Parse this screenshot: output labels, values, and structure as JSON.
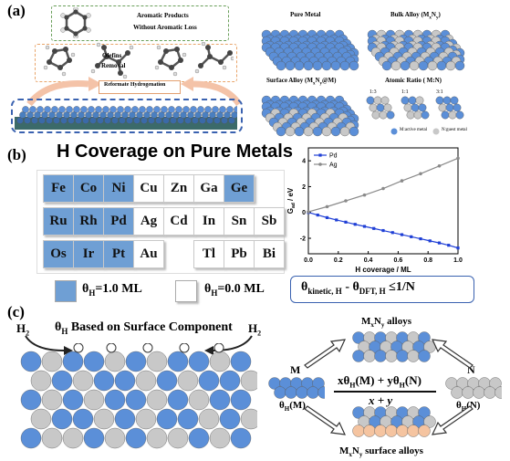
{
  "panel_a": {
    "label": "(a)",
    "aromatic_products": "Aromatic Products",
    "without_aromatic_loss": "Without Aromatic Loss",
    "olefins": "Olefins",
    "removal": "Removal",
    "reformate": "Reformate Hydrogenation",
    "pure_metal": "Pure Metal",
    "bulk_alloy": "Bulk Alloy (M",
    "bulk_alloy_sub1": "x",
    "bulk_alloy_mid": "N",
    "bulk_alloy_sub2": "y",
    "bulk_alloy_end": ")",
    "surface_alloy": "Surface Alloy (M",
    "surface_alloy_sub1": "x",
    "surface_alloy_mid": "N",
    "surface_alloy_sub2": "y",
    "surface_alloy_end": "@M)",
    "atomic_ratio": "Atomic Ratio ( M:N)",
    "ratios": [
      "1:3",
      "1:1",
      "3:1"
    ],
    "legend_active": "M:active metal",
    "legend_guest": "N:guest metal"
  },
  "panel_b": {
    "label": "(b)",
    "title": "H Coverage on Pure Metals",
    "elements": [
      {
        "sym": "Fe",
        "on": true
      },
      {
        "sym": "Co",
        "on": true
      },
      {
        "sym": "Ni",
        "on": true
      },
      {
        "sym": "Cu",
        "on": false
      },
      {
        "sym": "Zn",
        "on": false
      },
      {
        "sym": "Ga",
        "on": false
      },
      {
        "sym": "Ge",
        "on": true
      },
      {
        "sym": "Ru",
        "on": true
      },
      {
        "sym": "Rh",
        "on": true
      },
      {
        "sym": "Pd",
        "on": true
      },
      {
        "sym": "Ag",
        "on": false
      },
      {
        "sym": "Cd",
        "on": false
      },
      {
        "sym": "In",
        "on": false
      },
      {
        "sym": "Sn",
        "on": false
      },
      {
        "sym": "Sb",
        "on": false
      },
      {
        "sym": "Os",
        "on": true
      },
      {
        "sym": "Ir",
        "on": true
      },
      {
        "sym": "Pt",
        "on": true
      },
      {
        "sym": "Au",
        "on": false
      },
      {
        "sym": "Tl",
        "on": false
      },
      {
        "sym": "Pb",
        "on": false
      },
      {
        "sym": "Bi",
        "on": false
      }
    ],
    "legend_on_theta": "θ",
    "legend_on_sub": "H",
    "legend_on_val": "=1.0 ML",
    "legend_off_theta": "θ",
    "legend_off_sub": "H",
    "legend_off_val": "=0.0 ML",
    "formula_theta1": "θ",
    "formula_sub1": "kinetic, H",
    "formula_minus": " - θ",
    "formula_sub2": "DFT, H",
    "formula_end": " ≤1/N"
  },
  "chart_data": {
    "type": "line",
    "xlabel": "H coverage / ML",
    "ylabel": "G",
    "ylabel_sub": "ad",
    "ylabel_unit": " / eV",
    "xlim": [
      0.0,
      1.0
    ],
    "ylim": [
      -3.2,
      5.0
    ],
    "xticks": [
      "0.0",
      "0.2",
      "0.4",
      "0.6",
      "0.8",
      "1.0"
    ],
    "yticks": [
      "-2",
      "0",
      "2",
      "4"
    ],
    "series": [
      {
        "name": "Pd",
        "color": "#1f3fd6",
        "x": [
          0.0,
          0.0625,
          0.125,
          0.1875,
          0.25,
          0.3125,
          0.375,
          0.4375,
          0.5,
          0.5625,
          0.625,
          0.6875,
          0.75,
          0.8125,
          0.875,
          0.9375,
          1.0
        ],
        "y": [
          0.0,
          -0.2,
          -0.4,
          -0.58,
          -0.75,
          -0.92,
          -1.08,
          -1.24,
          -1.4,
          -1.56,
          -1.72,
          -1.88,
          -2.04,
          -2.2,
          -2.36,
          -2.54,
          -2.75
        ]
      },
      {
        "name": "Ag",
        "color": "#8a8a8a",
        "x": [
          0.0,
          0.125,
          0.25,
          0.375,
          0.5,
          0.625,
          0.75,
          0.875,
          1.0
        ],
        "y": [
          0.05,
          0.45,
          0.9,
          1.35,
          1.85,
          2.45,
          3.0,
          3.6,
          4.2
        ]
      }
    ]
  },
  "panel_c": {
    "label": "(c)",
    "h2_left": "H",
    "h2_left_sub": "2",
    "h2_right": "H",
    "h2_right_sub": "2",
    "surface_theta": "θ",
    "surface_sub": "H",
    "surface_text": " Based on Surface Component",
    "m_label": "M",
    "n_label": "N",
    "theta_m": "θ",
    "theta_m_sub": "H",
    "theta_m_arg": "(M)",
    "theta_n": "θ",
    "theta_n_sub": "H",
    "theta_n_arg": "(N)",
    "frac_top": "xθ",
    "frac_top_sub1": "H",
    "frac_top_mid": "(M) + yθ",
    "frac_top_sub2": "H",
    "frac_top_end": "(N)",
    "frac_bottom": "x + y",
    "bulk_alloys": "M",
    "bulk_sub1": "x",
    "bulk_mid": "N",
    "bulk_sub2": "y",
    "bulk_end": " alloys",
    "surf_alloys": "M",
    "surf_sub1": "x",
    "surf_mid": "N",
    "surf_sub2": "y",
    "surf_end": " surface alloys"
  },
  "colors": {
    "blue_metal": "#5b8fd8",
    "gray_metal": "#c8c8c8",
    "peach_metal": "#f5c4a0",
    "table_on": "#6f9fd4",
    "formula_border": "#3a62b0"
  }
}
